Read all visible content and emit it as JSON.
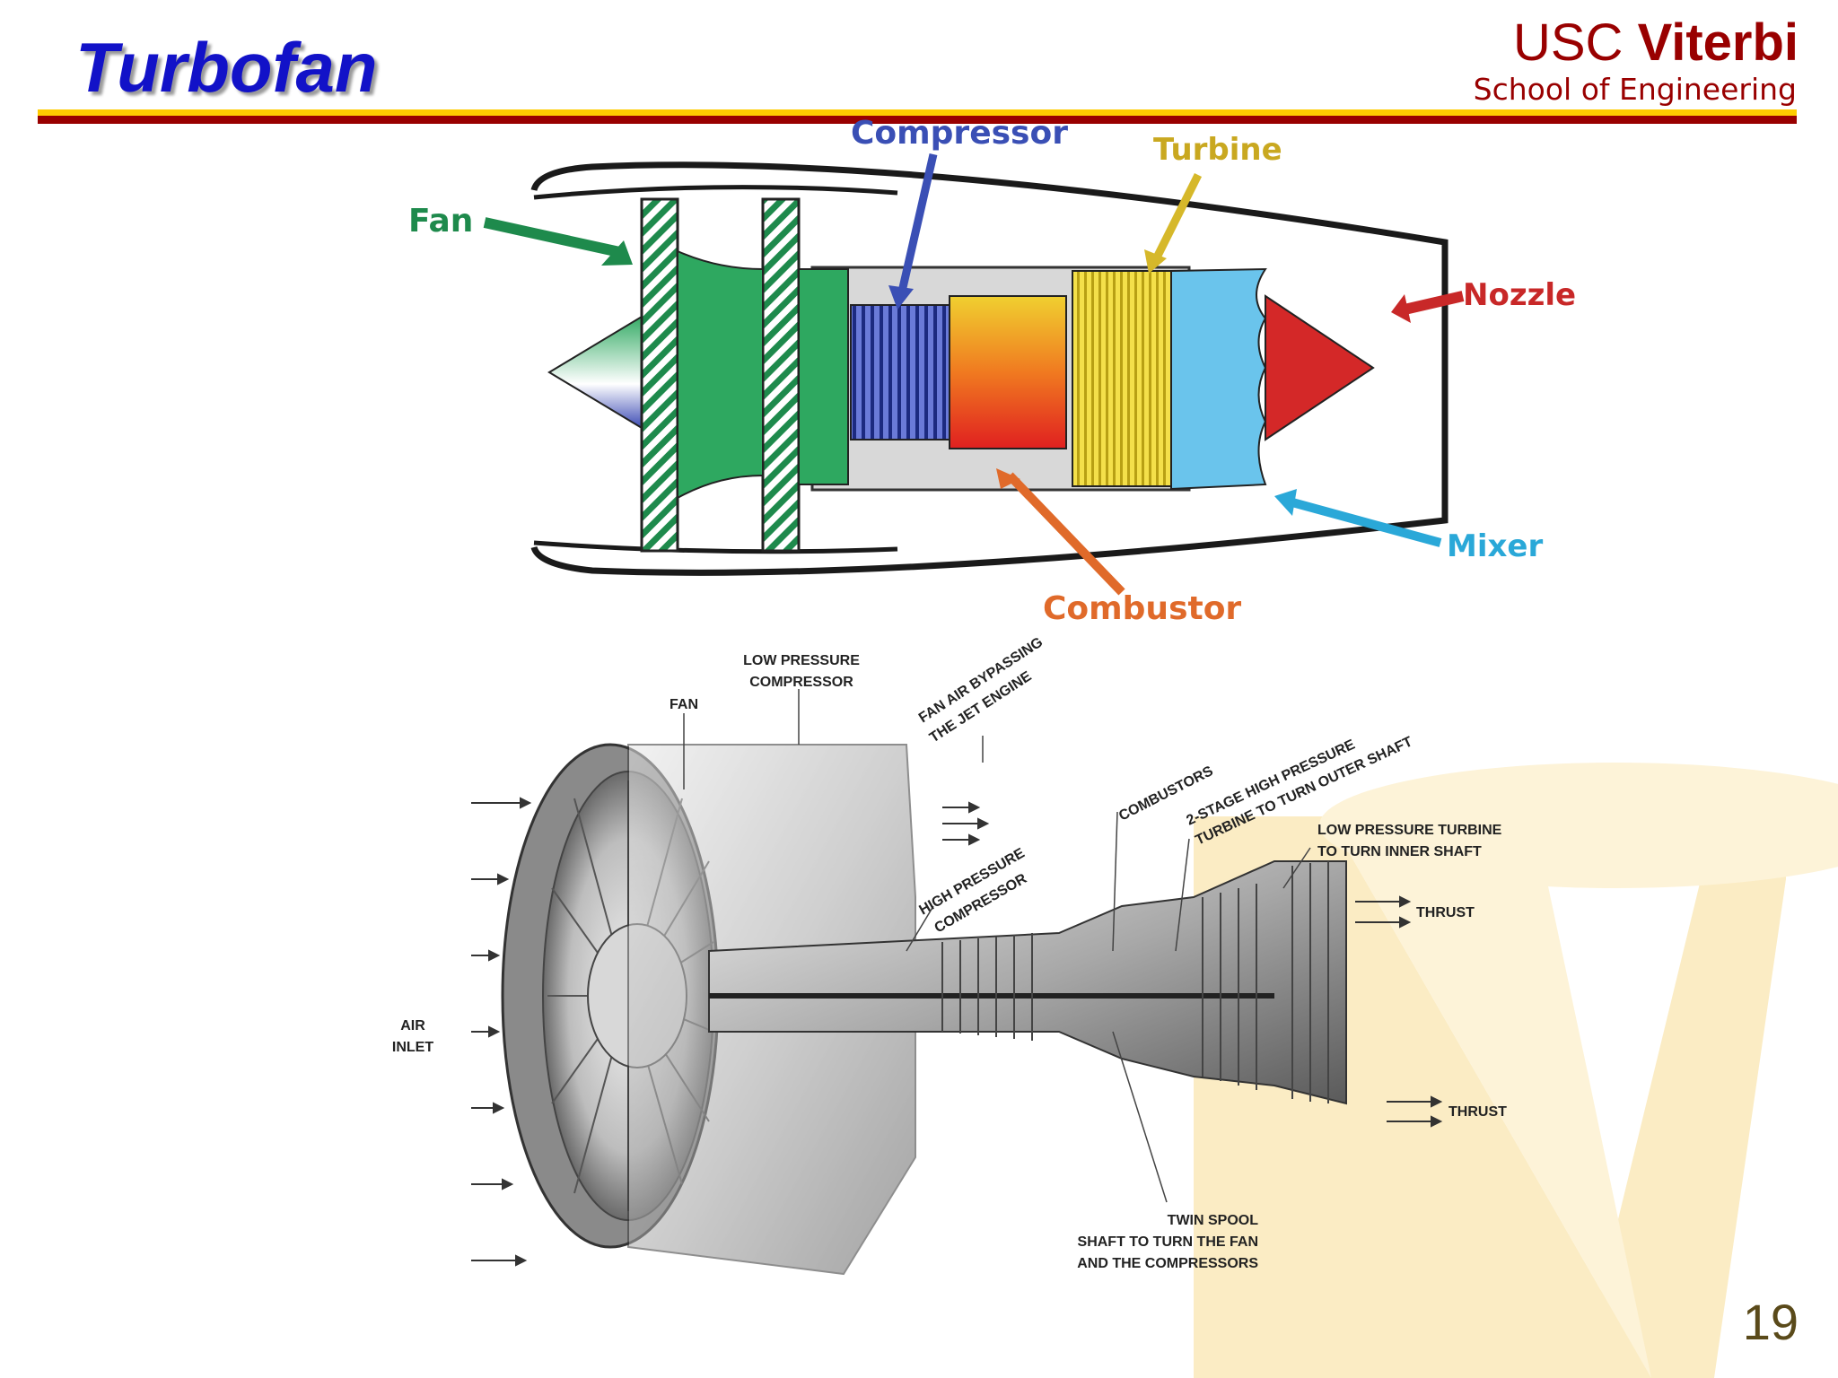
{
  "slide": {
    "title": "Turbofan",
    "logo_line1_a": "USC ",
    "logo_line1_b": "Viterbi",
    "logo_line2": "School of Engineering",
    "page_number": "19"
  },
  "diagram_top": {
    "labels": {
      "fan": "Fan",
      "compressor": "Compressor",
      "turbine": "Turbine",
      "nozzle": "Nozzle",
      "mixer": "Mixer",
      "combustor": "Combustor"
    }
  },
  "diagram_bottom": {
    "labels": {
      "fan": "FAN",
      "lpc1": "LOW PRESSURE",
      "lpc2": "COMPRESSOR",
      "bypass1": "FAN AIR BYPASSING",
      "bypass2": "THE JET ENGINE",
      "combustors": "COMBUSTORS",
      "hpt1": "2-STAGE HIGH PRESSURE",
      "hpt2": "TURBINE TO TURN OUTER SHAFT",
      "lpt1": "LOW PRESSURE TURBINE",
      "lpt2": "TO TURN INNER SHAFT",
      "hpc1": "HIGH PRESSURE",
      "hpc2": "COMPRESSOR",
      "thrust_top": "THRUST",
      "thrust_bottom": "THRUST",
      "air1": "AIR",
      "air2": "INLET",
      "spool1": "TWIN SPOOL",
      "spool2": "SHAFT TO TURN THE FAN",
      "spool3": "AND THE COMPRESSORS"
    }
  },
  "colors": {
    "title": "#1212c8",
    "usc_cardinal": "#990000",
    "usc_gold": "#ffcc00",
    "fan_green": "#1e8a4c",
    "compressor_blue": "#3a4fb5",
    "turbine_yellow": "#d6b82a",
    "nozzle_red": "#c82828",
    "mixer_cyan": "#2aa8d8",
    "combustor_orange": "#e06a2a"
  }
}
